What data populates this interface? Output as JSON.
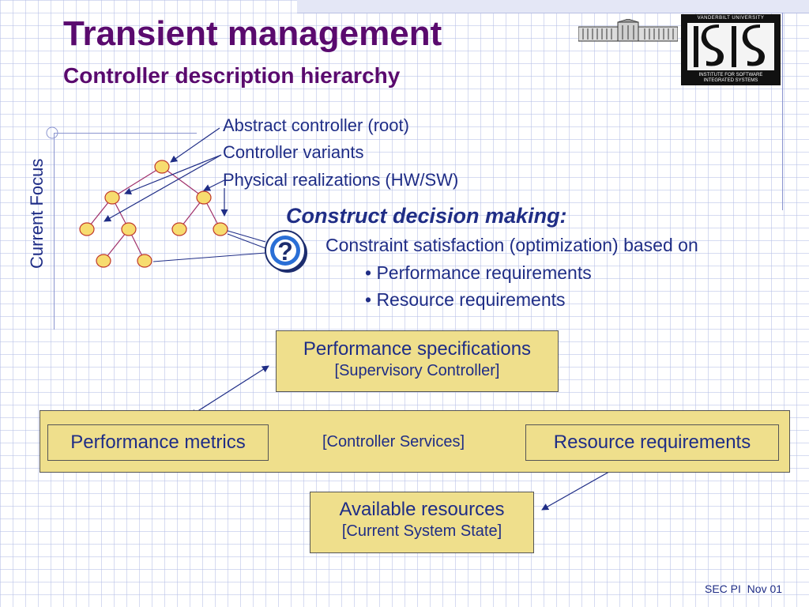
{
  "slide": {
    "title": "Transient management",
    "subtitle": "Controller description hierarchy",
    "side_label": "Current Focus",
    "tree_labels": [
      "Abstract controller (root)",
      "Controller variants",
      "Physical realizations (HW/SW)"
    ],
    "decision_heading": "Construct decision making:",
    "constraint_text": "Constraint satisfaction (optimization) based on",
    "bullets": [
      "• Performance requirements",
      "• Resource requirements"
    ],
    "perf_spec": {
      "title": "Performance specifications",
      "sub": "[Supervisory Controller]"
    },
    "services": {
      "label": "[Controller Services]",
      "left": "Performance metrics",
      "right": "Resource requirements"
    },
    "available": {
      "title": "Available resources",
      "sub": "[Current System State]"
    },
    "footer": "SEC PI  Nov 01",
    "logo": {
      "top_text": "VANDERBILT UNIVERSITY",
      "bottom_line1": "INSTITUTE FOR SOFTWARE",
      "bottom_line2": "INTEGRATED SYSTEMS"
    },
    "question_mark": "?"
  },
  "colors": {
    "title": "#5a0a6e",
    "text": "#1f2d86",
    "box_fill": "#efdf8c",
    "node_fill": "#f7dc6f",
    "node_stroke": "#c0392b"
  }
}
